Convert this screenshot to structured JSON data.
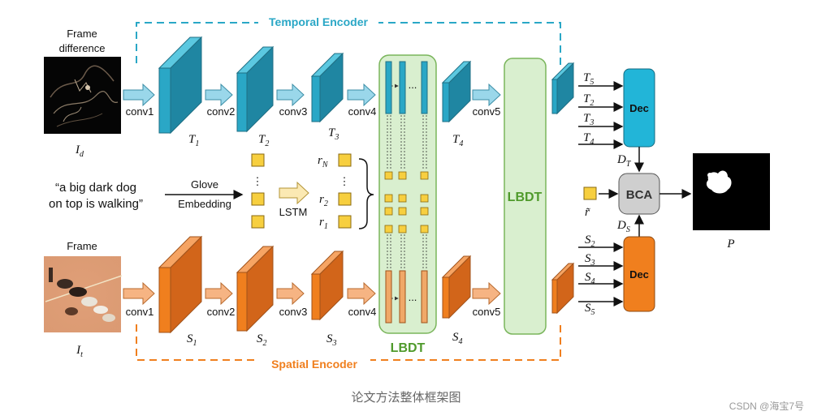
{
  "temporal_encoder": {
    "title": "Temporal Encoder",
    "input_label_line1": "Frame",
    "input_label_line2": "difference",
    "input_var": "I",
    "input_var_sub": "d",
    "convs": [
      "conv1",
      "conv2",
      "conv3",
      "conv4",
      "conv5"
    ],
    "features": [
      {
        "base": "T",
        "sub": "1"
      },
      {
        "base": "T",
        "sub": "2"
      },
      {
        "base": "T",
        "sub": "3"
      },
      {
        "base": "T",
        "sub": "4"
      }
    ]
  },
  "spatial_encoder": {
    "title": "Spatial Encoder",
    "input_label": "Frame",
    "input_var": "I",
    "input_var_sub": "t",
    "convs": [
      "conv1",
      "conv2",
      "conv3",
      "conv4",
      "conv5"
    ],
    "features": [
      {
        "base": "S",
        "sub": "1"
      },
      {
        "base": "S",
        "sub": "2"
      },
      {
        "base": "S",
        "sub": "3"
      },
      {
        "base": "S",
        "sub": "4"
      }
    ]
  },
  "language": {
    "sentence_line1": "“a big dark dog",
    "sentence_line2": "on top is walking”",
    "glove_line1": "Glove",
    "glove_line2": "Embedding",
    "lstm": "LSTM",
    "ellipsis": "⋮",
    "r_labels": [
      {
        "base": "r",
        "sub": "N"
      },
      {
        "base": "r",
        "sub": "2"
      },
      {
        "base": "r",
        "sub": "1"
      }
    ],
    "r_tilde": "r̃"
  },
  "lbdt_labels": [
    "LBDT",
    "LBDT"
  ],
  "decoder_temporal": {
    "label": "Dec",
    "inputs": [
      {
        "base": "T",
        "sub": "5"
      },
      {
        "base": "T",
        "sub": "2"
      },
      {
        "base": "T",
        "sub": "3"
      },
      {
        "base": "T",
        "sub": "4"
      }
    ],
    "output": {
      "base": "D",
      "sub": "T"
    }
  },
  "decoder_spatial": {
    "label": "Dec",
    "inputs": [
      {
        "base": "S",
        "sub": "2"
      },
      {
        "base": "S",
        "sub": "3"
      },
      {
        "base": "S",
        "sub": "4"
      },
      {
        "base": "S",
        "sub": "5"
      }
    ],
    "output": {
      "base": "D",
      "sub": "S"
    }
  },
  "bca": "BCA",
  "prediction": {
    "label": "P"
  },
  "caption": "论文方法整体框架图",
  "watermark": "CSDN @海宝7号",
  "colors": {
    "temporal": "#2aa7c6",
    "temporal_accent": "#5bc8e0",
    "spatial": "#f07f1e",
    "spatial_accent": "#f6a463",
    "lbdt_fill": "#d9efcf",
    "lbdt_stroke": "#7ab55c",
    "lbdt_text": "#4f9a2b",
    "dec_temporal": "#22b5d8",
    "dec_spatial": "#f07f1e",
    "bca_fill": "#cfcfcf",
    "word_box": "#f7cf3f"
  }
}
